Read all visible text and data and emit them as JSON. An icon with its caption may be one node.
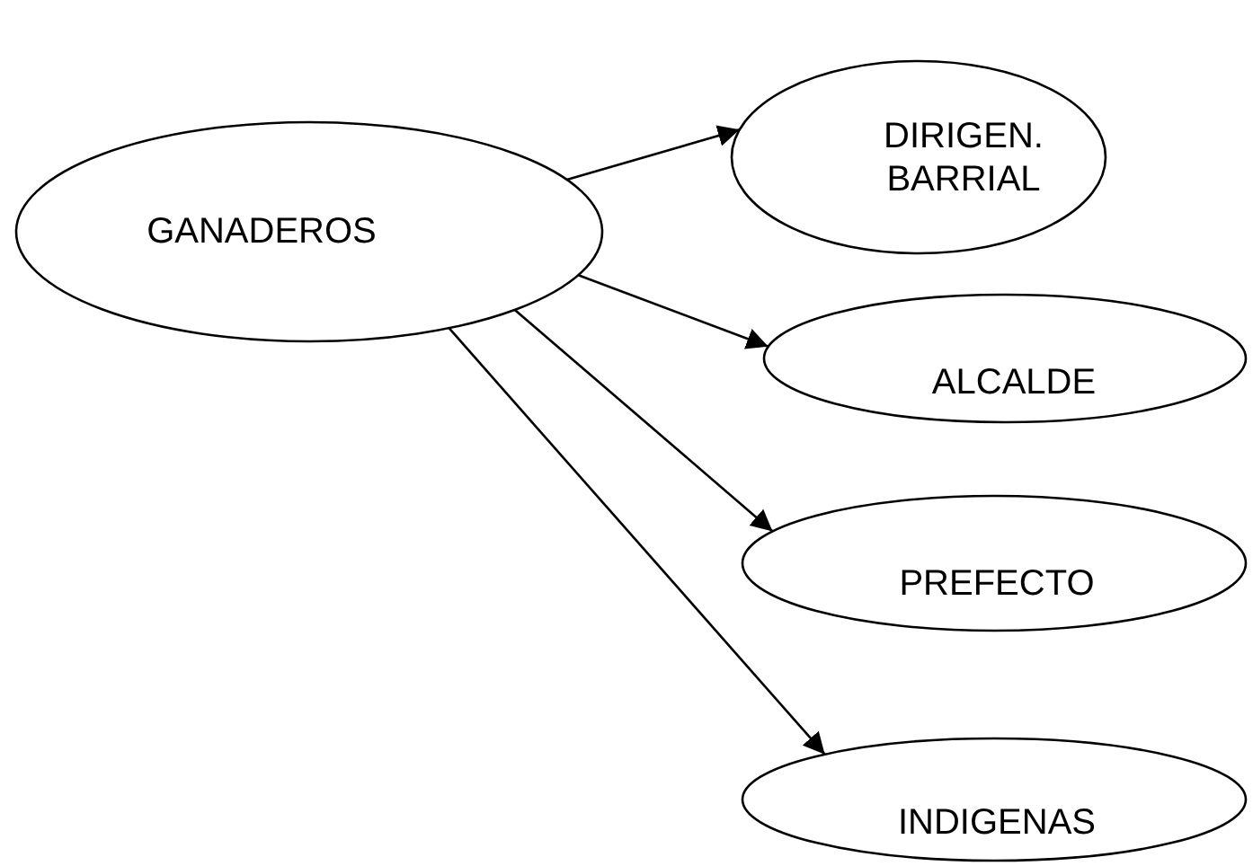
{
  "diagram": {
    "nodes": [
      {
        "text": [
          "GANADEROS"
        ]
      },
      {
        "text": [
          "DIRIGEN. BARRIAL"
        ]
      },
      {
        "text": [
          "ALCALDE"
        ]
      },
      {
        "text": [
          "PREFECTO"
        ]
      },
      {
        "text": [
          "INDIGENAS"
        ]
      }
    ],
    "edges": [
      {
        "from": 0,
        "to": 1,
        "arrow": "to"
      },
      {
        "from": 0,
        "to": 2,
        "arrow": "to"
      },
      {
        "from": 0,
        "to": 3,
        "arrow": "to"
      },
      {
        "from": 0,
        "to": 4,
        "arrow": "to"
      }
    ]
  }
}
